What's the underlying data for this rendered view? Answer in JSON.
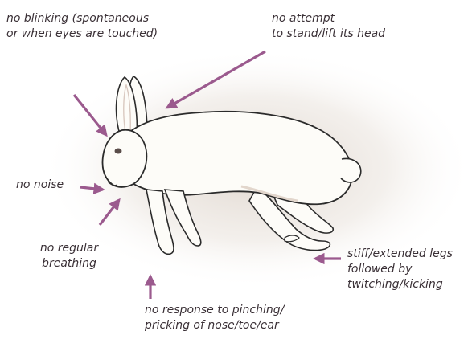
{
  "colors": {
    "arrow": "#9b5a8e",
    "text": "#3a3036",
    "body_fill": "#fdfcf8",
    "outline": "#2b2b2b",
    "shadow": "#c7b7a8"
  },
  "labels": {
    "blinking": "no blinking (spontaneous\nor when eyes are touched)",
    "stand": "no attempt\nto stand/lift its head",
    "noise": "no noise",
    "breathing": "no regular\nbreathing",
    "legs": "stiff/extended legs\nfollowed by\ntwitching/kicking",
    "pinching": "no response to pinching/\npricking of nose/toe/ear"
  }
}
